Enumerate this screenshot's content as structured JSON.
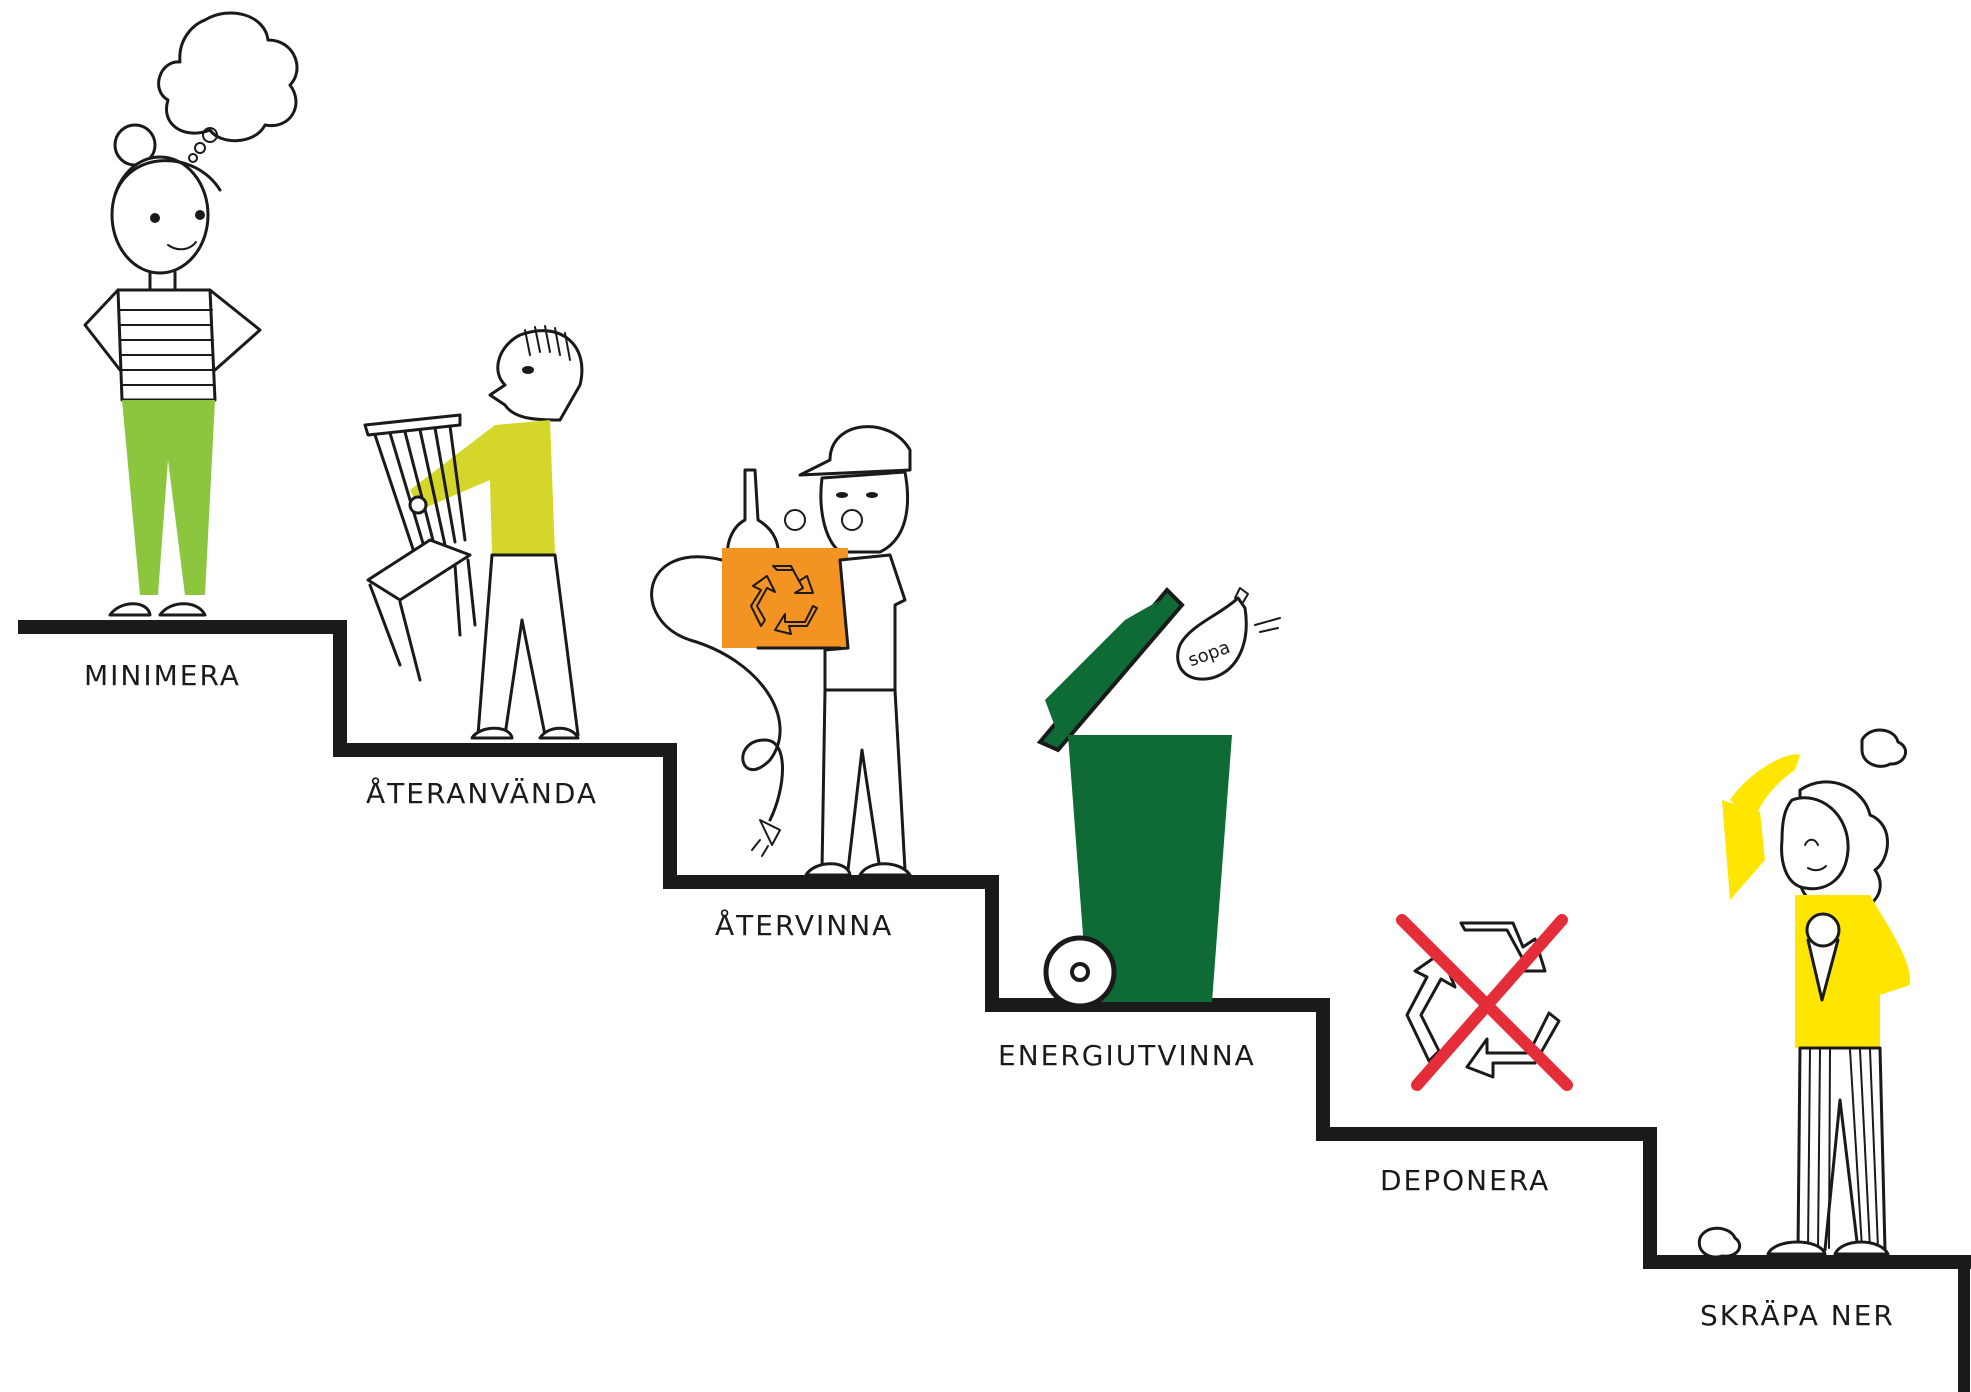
{
  "steps": [
    {
      "label": "MINIMERA"
    },
    {
      "label": "ÅTERANVÄNDA"
    },
    {
      "label": "ÅTERVINNA"
    },
    {
      "label": "ENERGIUTVINNA"
    },
    {
      "label": "DEPONERA"
    },
    {
      "label": "SKRÄPA NER"
    }
  ],
  "bag_text": "sopa",
  "colors": {
    "stair": "#1a1a1a",
    "pants_green": "#8cc63f",
    "shirt_lime": "#d4d62a",
    "box_orange": "#f39422",
    "bin_green": "#0e6b36",
    "shirt_yellow": "#ffe600",
    "cross_red": "#e52d3a"
  },
  "icons": {
    "thought": "thought-cloud-icon",
    "chair": "chair-icon",
    "recycle": "recycle-icon",
    "bin": "trash-bin-icon",
    "bag": "garbage-bag-icon",
    "crossed_recycle": "crossed-recycle-icon",
    "litter": "litter-icon"
  }
}
